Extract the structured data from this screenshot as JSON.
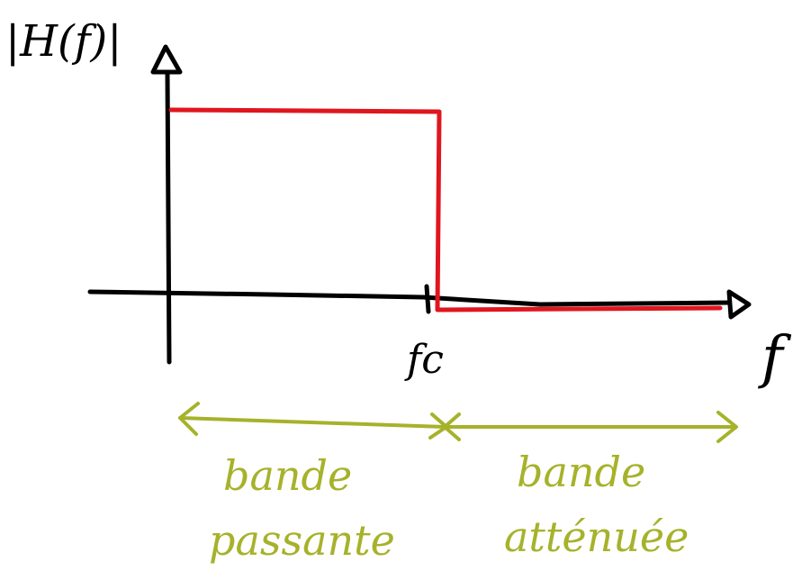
{
  "labels": {
    "y_axis": "|H(f)|",
    "x_axis": "f",
    "cutoff": "fc",
    "band_left": [
      "bande",
      "passante"
    ],
    "band_right": [
      "bande",
      "atténuée"
    ]
  },
  "colors": {
    "axes": "#000000",
    "response": "#e0161e",
    "bands": "#a6b22a"
  }
}
